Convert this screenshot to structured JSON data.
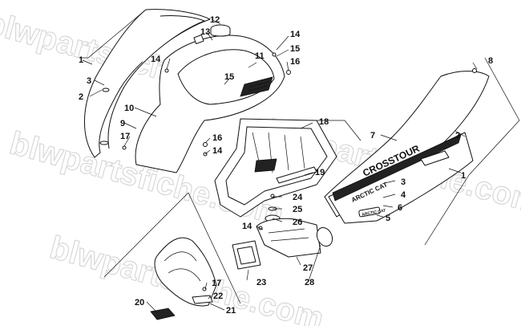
{
  "watermark": "blwpartsfiche.com",
  "decals": {
    "model": "CROSSTOUR",
    "brand": "ARCTIC CAT",
    "small": "ARCTIC CAT"
  },
  "callouts": {
    "n1a": "1",
    "n1b": "1",
    "n2a": "2",
    "n2b": "2",
    "n3a": "3",
    "n3b": "3",
    "n4": "4",
    "n5": "5",
    "n6": "6",
    "n7": "7",
    "n8": "8",
    "n9": "9",
    "n10": "10",
    "n11": "11",
    "n12": "12",
    "n13": "13",
    "n14a": "14",
    "n14b": "14",
    "n14c": "14",
    "n14d": "14",
    "n15a": "15",
    "n15b": "15",
    "n16a": "16",
    "n16b": "16",
    "n17a": "17",
    "n17b": "17",
    "n18": "18",
    "n19": "19",
    "n20": "20",
    "n21": "21",
    "n22": "22",
    "n23": "23",
    "n24": "24",
    "n25": "25",
    "n26": "26",
    "n27": "27",
    "n28": "28"
  }
}
